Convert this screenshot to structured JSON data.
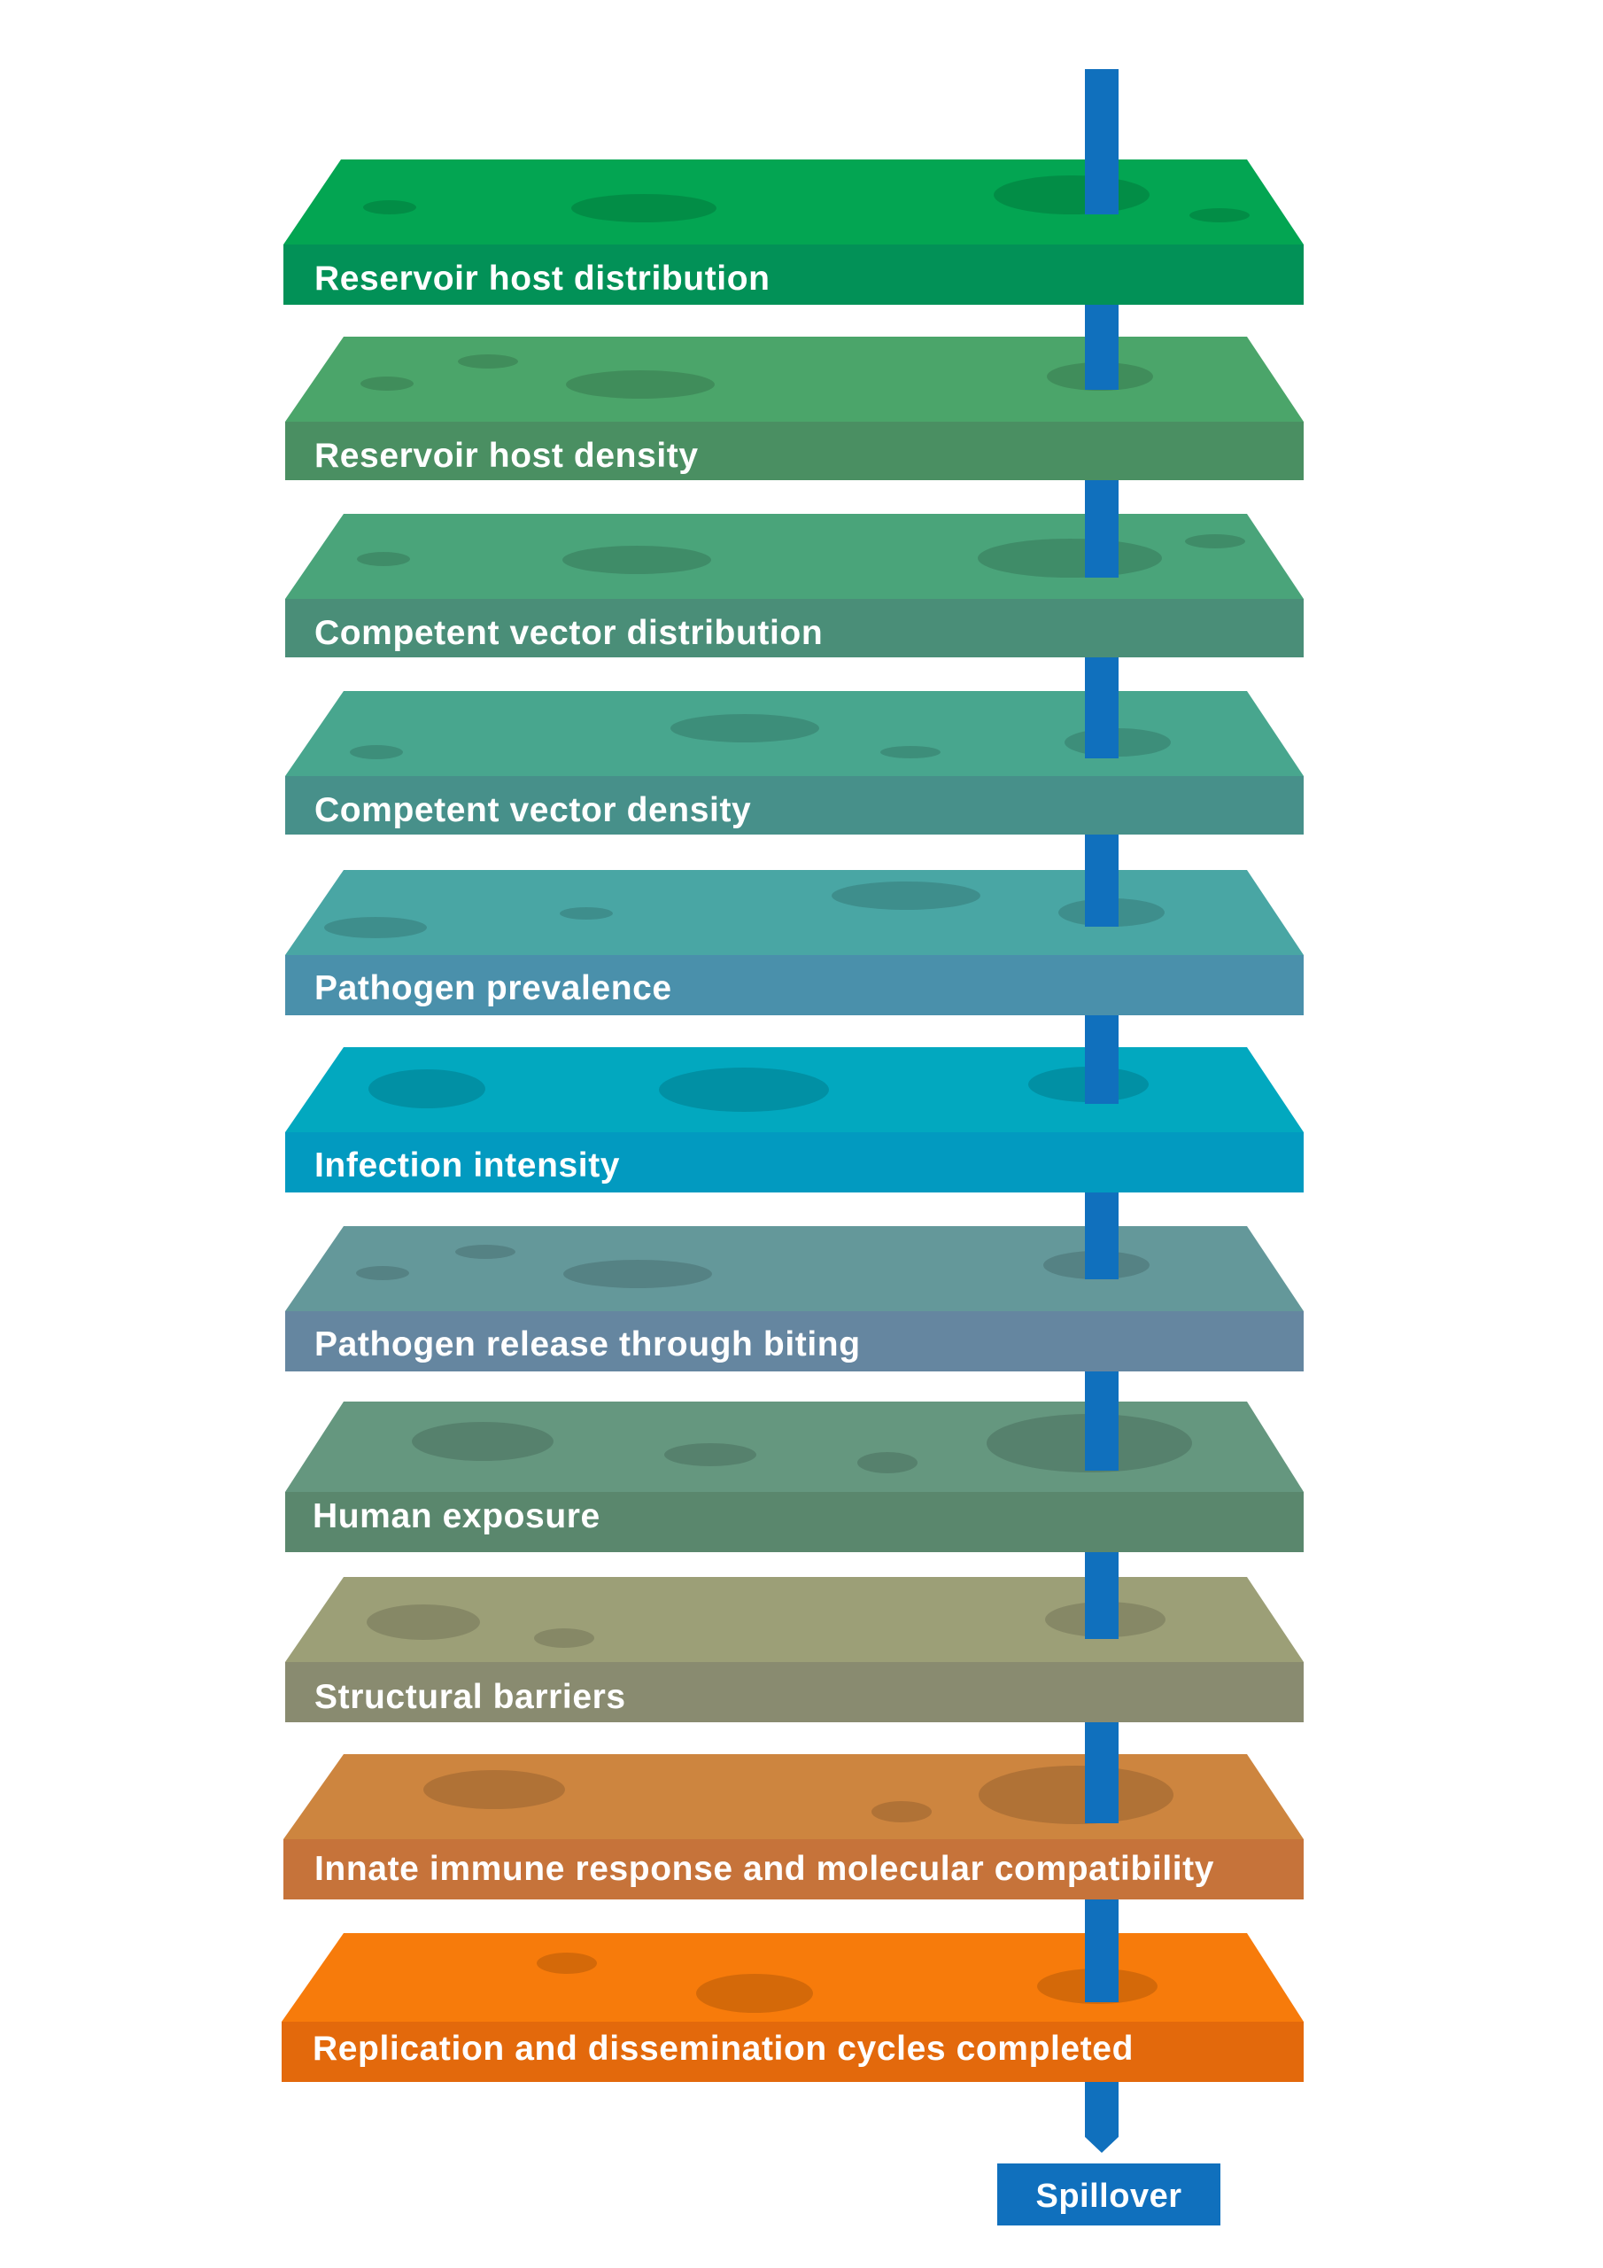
{
  "diagram": {
    "endpoint": {
      "label": "Spillover",
      "color": "#1070bd"
    },
    "pipe_color": "#1070bd",
    "layers": [
      {
        "label": "Reservoir host distribution",
        "top_color": "#03a552",
        "front_color": "#029157"
      },
      {
        "label": "Reservoir host density",
        "top_color": "#4ba56a",
        "front_color": "#4a8f62"
      },
      {
        "label": "Competent vector distribution",
        "top_color": "#4aa47a",
        "front_color": "#4a8e78"
      },
      {
        "label": "Competent vector density",
        "top_color": "#48a68e",
        "front_color": "#47908a"
      },
      {
        "label": "Pathogen prevalence",
        "top_color": "#49a6a4",
        "front_color": "#4a90ab"
      },
      {
        "label": "Infection intensity",
        "top_color": "#02a8bf",
        "front_color": "#029ac0"
      },
      {
        "label": "Pathogen release through biting",
        "top_color": "#64989a",
        "front_color": "#6586a0"
      },
      {
        "label": "Human exposure",
        "top_color": "#65977f",
        "front_color": "#5a876d"
      },
      {
        "label": "Structural barriers",
        "top_color": "#9c9f77",
        "front_color": "#898b70"
      },
      {
        "label": "Innate immune response and molecular compatibility",
        "top_color": "#cd853f",
        "front_color": "#c6733a"
      },
      {
        "label": "Replication and dissemination cycles completed",
        "top_color": "#f77b0b",
        "front_color": "#e3690c"
      }
    ]
  }
}
